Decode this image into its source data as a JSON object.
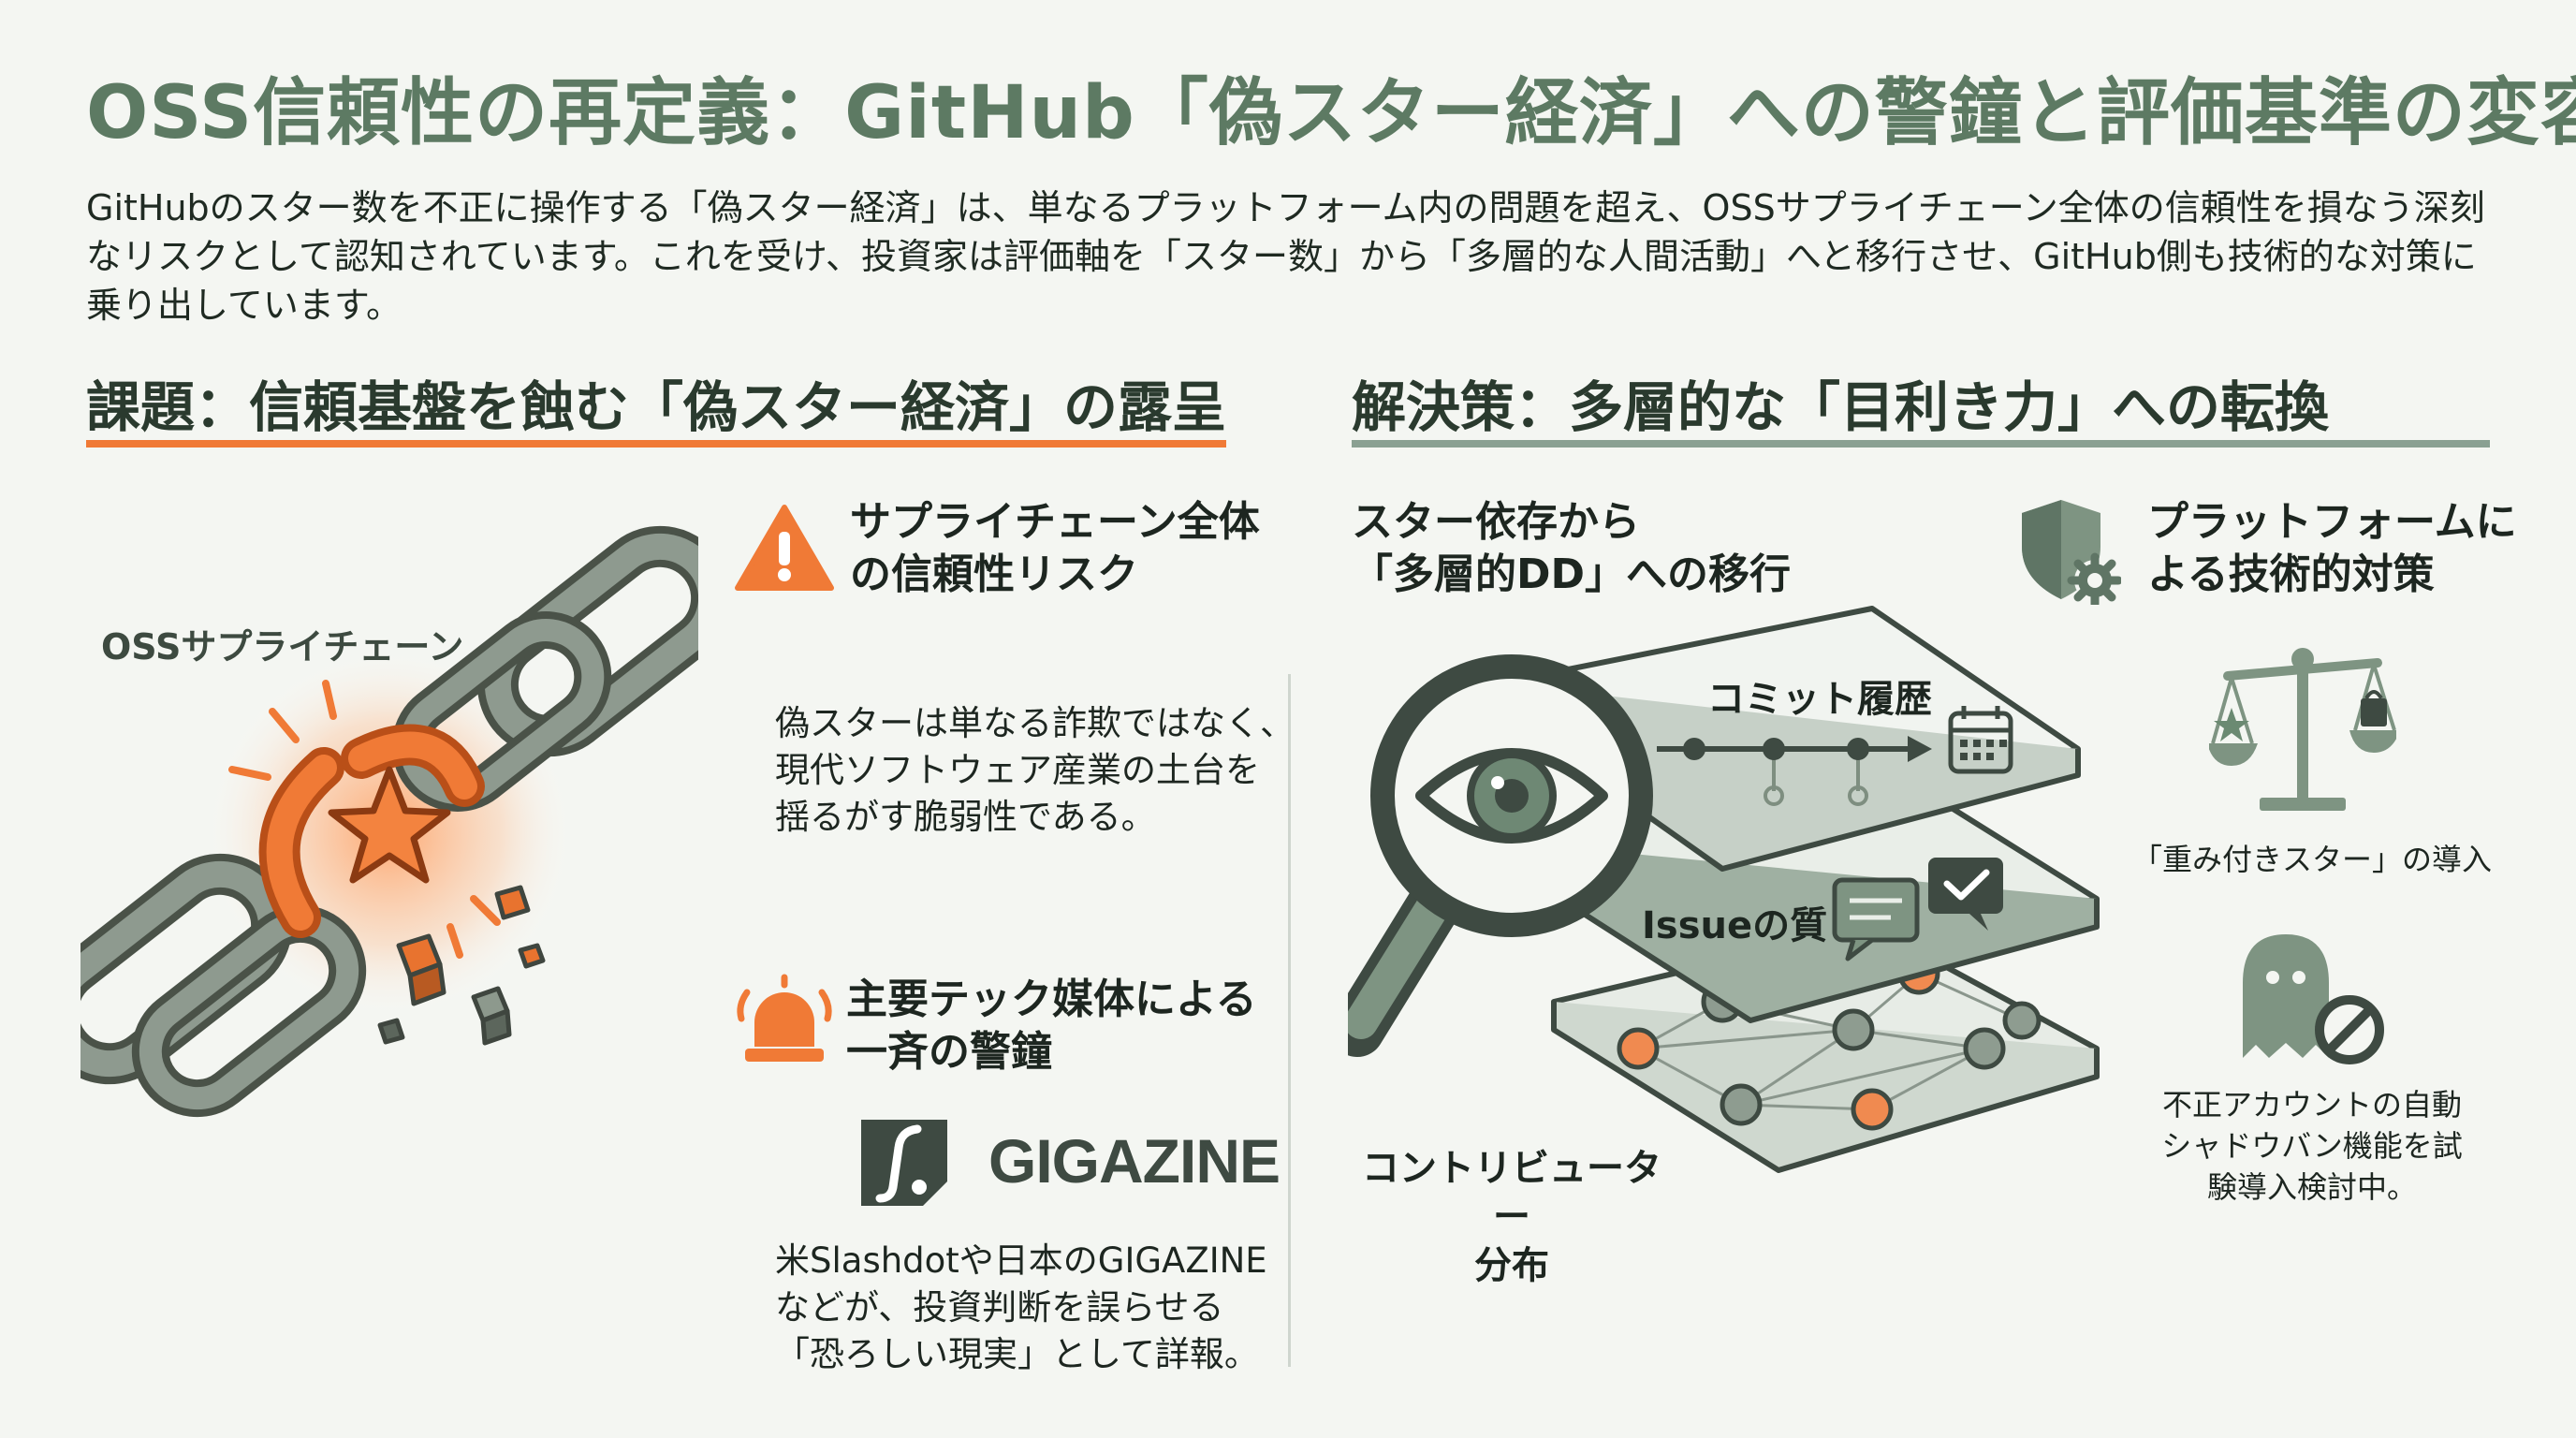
{
  "title": "OSS信頼性の再定義：GitHub「偽スター経済」への警鐘と評価基準の変容",
  "intro": "GitHubのスター数を不正に操作する「偽スター経済」は、単なるプラットフォーム内の問題を超え、OSSサプライチェーン全体の信頼性を損なう深刻なリスクとして認知されています。これを受け、投資家は評価軸を「スター数」から「多層的な人間活動」へと移行させ、GitHub側も技術的な対策に乗り出しています。",
  "colors": {
    "orange": "#f07a36",
    "green": "#6b8a72",
    "dark": "#4a5a4e"
  },
  "left": {
    "heading": "課題：信頼基盤を蝕む「偽スター経済」の露呈",
    "chain_label": "OSSサプライチェーン",
    "risk": {
      "icon": "warning-icon",
      "title_lines": [
        "サプライチェーン全体",
        "の信頼性リスク"
      ],
      "body_lines": [
        "偽スターは単なる詐欺ではなく、",
        "現代ソフトウェア産業の土台を",
        "揺るがす脆弱性である。"
      ]
    },
    "media": {
      "icon": "alarm-icon",
      "title_lines": [
        "主要テック媒体による",
        "一斉の警鐘"
      ],
      "logo_gigazine": "GIGAZINE",
      "body_lines": [
        "米Slashdotや日本のGIGAZINE",
        "などが、投資判断を誤らせる",
        "「恐ろしい現実」として詳報。"
      ]
    }
  },
  "right": {
    "heading": "解決策：多層的な「目利き力」への転換",
    "dd": {
      "title_lines": [
        "スター依存から",
        "「多層的DD」への移行"
      ],
      "layer_commit": "コミット履歴",
      "layer_issue": "Issueの質",
      "layer_contrib_lines": [
        "コントリビューター",
        "分布"
      ]
    },
    "platform": {
      "icon": "shield-gear-icon",
      "title_lines": [
        "プラットフォームに",
        "よる技術的対策"
      ],
      "weighted": "「重み付きスター」の導入",
      "shadowban_lines": [
        "不正アカウントの自動",
        "シャドウバン機能を試",
        "験導入検討中。"
      ]
    }
  }
}
